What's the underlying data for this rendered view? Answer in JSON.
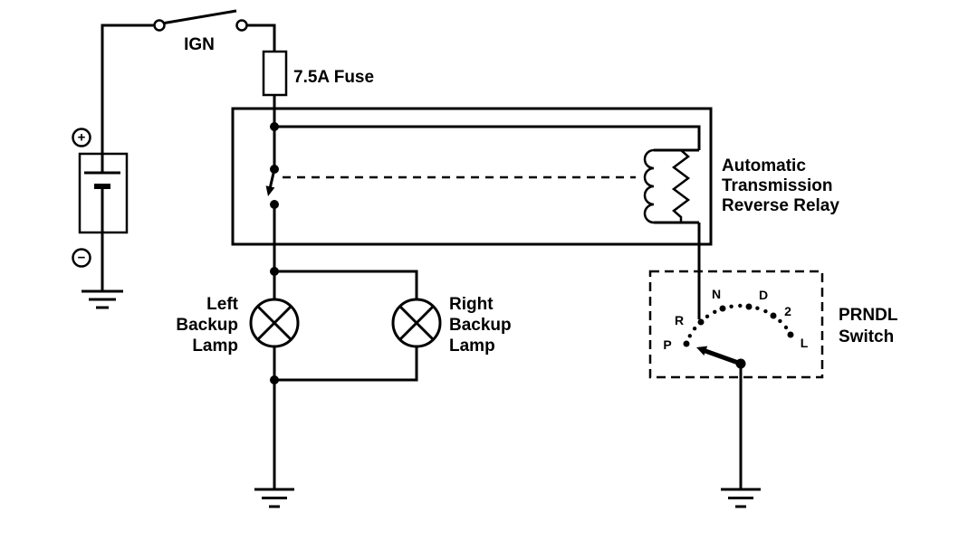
{
  "diagram": {
    "background": "#ffffff",
    "line_color": "#000000",
    "labels": {
      "ign": "IGN",
      "fuse": "7.5A Fuse",
      "relay": [
        "Automatic",
        "Transmission",
        "Reverse Relay"
      ],
      "left_lamp": [
        "Left",
        "Backup",
        "Lamp"
      ],
      "right_lamp": [
        "Right",
        "Backup",
        "Lamp"
      ],
      "prndl": [
        "PRNDL",
        "Switch"
      ],
      "battery_positive": "+",
      "battery_negative": "−"
    },
    "prndl_positions": [
      "P",
      "R",
      "N",
      "D",
      "2",
      "L"
    ]
  }
}
